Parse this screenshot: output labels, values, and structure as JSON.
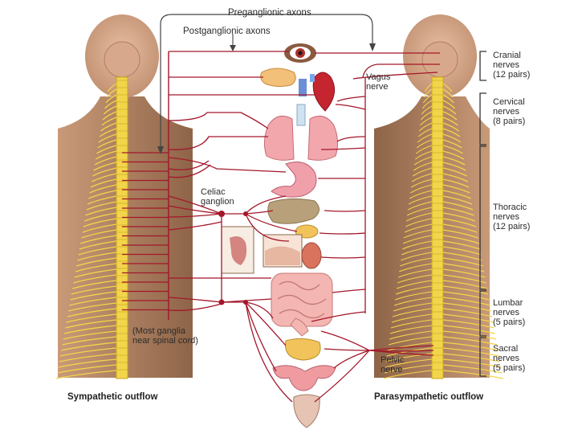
{
  "labels": {
    "preganglionic": "Preganglionic axons",
    "postganglionic": "Postganglionic axons",
    "vagus_line1": "Vagus",
    "vagus_line2": "nerve",
    "celiac_line1": "Celiac",
    "celiac_line2": "ganglion",
    "most_ganglia_line1": "(Most ganglia",
    "most_ganglia_line2": "near spinal cord)",
    "pelvic_line1": "Pelvic",
    "pelvic_line2": "nerve",
    "sympathetic": "Sympathetic outflow",
    "parasympathetic": "Parasympathetic outflow"
  },
  "nerve_groups": [
    {
      "name": "Cranial",
      "line2": "nerves",
      "line3": "(12 pairs)"
    },
    {
      "name": "Cervical",
      "line2": "nerves",
      "line3": "(8 pairs)"
    },
    {
      "name": "Thoracic",
      "line2": "nerves",
      "line3": "(12 pairs)"
    },
    {
      "name": "Lumbar",
      "line2": "nerves",
      "line3": "(5 pairs)"
    },
    {
      "name": "Sacral",
      "line2": "nerves",
      "line3": "(5 pairs)"
    }
  ],
  "colors": {
    "axon": "#a3172a",
    "skin": "#cfa285",
    "torso": "#9e7357",
    "cord": "#f2d54a",
    "bracket": "#333333"
  }
}
